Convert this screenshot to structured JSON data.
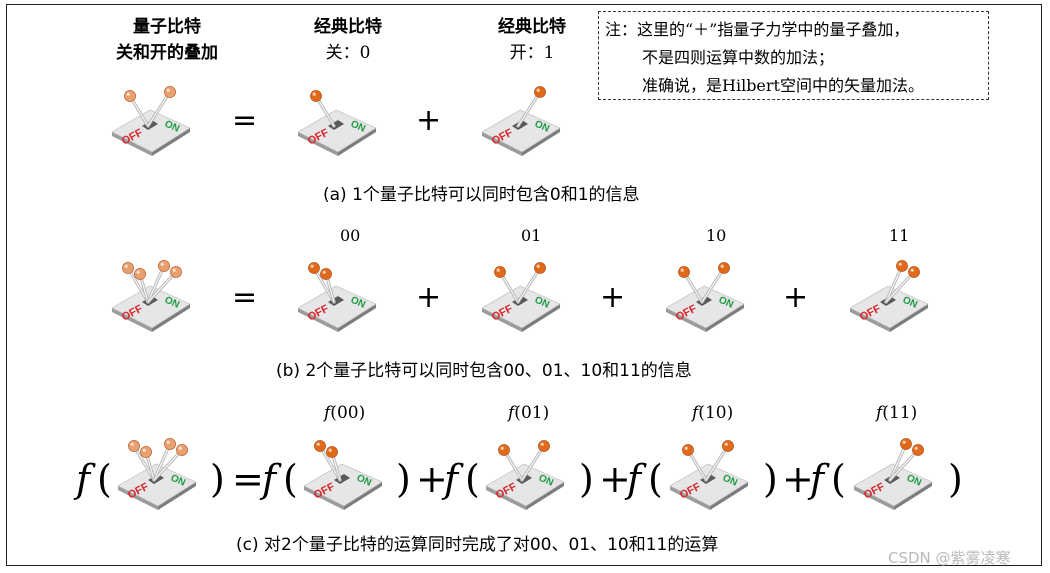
{
  "headers": {
    "superposition": [
      "量子比特",
      "关和开的叠加"
    ],
    "classic_off": [
      "经典比特",
      "关：0"
    ],
    "classic_on": [
      "经典比特",
      "开：1"
    ]
  },
  "note": {
    "lines": [
      "注：这里的“＋”指量子力学中的量子叠加，",
      "不是四则运算中数的加法；",
      "准确说，是Hilbert空间中的矢量加法。"
    ]
  },
  "switch_text": {
    "off": "OFF",
    "on": "ON"
  },
  "rows": [
    {
      "id": "a",
      "caption": "(a) 1个量子比特可以同时包含0和1的信息",
      "operators": [
        "=",
        "+"
      ],
      "terms": []
    },
    {
      "id": "b",
      "caption": "(b) 2个量子比特可以同时包含00、01、10和11的信息",
      "operators": [
        "=",
        "+",
        "+",
        "+"
      ],
      "terms": [
        "00",
        "01",
        "10",
        "11"
      ]
    },
    {
      "id": "c",
      "caption": "(c) 对2个量子比特的运算同时完成了对00、01、10和11的运算",
      "function_symbol": "f",
      "operators": [
        "=",
        "+",
        "+",
        "+"
      ],
      "terms": [
        "00",
        "01",
        "10",
        "11"
      ]
    }
  ],
  "switches": [
    {
      "id": "a0",
      "levers": [
        "off",
        "on"
      ],
      "style": "superposition"
    },
    {
      "id": "a1",
      "levers": [
        "off"
      ],
      "style": "classical"
    },
    {
      "id": "a2",
      "levers": [
        "on"
      ],
      "style": "classical"
    },
    {
      "id": "b0",
      "levers": [
        "off",
        "off",
        "on",
        "on"
      ],
      "style": "superposition"
    },
    {
      "id": "b1",
      "levers": [
        "off",
        "off"
      ],
      "style": "classical"
    },
    {
      "id": "b2",
      "levers": [
        "off",
        "on"
      ],
      "style": "classical"
    },
    {
      "id": "b3",
      "levers": [
        "on",
        "off"
      ],
      "style": "classical"
    },
    {
      "id": "b4",
      "levers": [
        "on",
        "on"
      ],
      "style": "classical"
    },
    {
      "id": "c0",
      "levers": [
        "off",
        "off",
        "on",
        "on"
      ],
      "style": "superposition"
    },
    {
      "id": "c1",
      "levers": [
        "off",
        "off"
      ],
      "style": "classical"
    },
    {
      "id": "c2",
      "levers": [
        "off",
        "on"
      ],
      "style": "classical"
    },
    {
      "id": "c3",
      "levers": [
        "on",
        "off"
      ],
      "style": "classical"
    },
    {
      "id": "c4",
      "levers": [
        "on",
        "on"
      ],
      "style": "classical"
    }
  ],
  "colors": {
    "ball_superposition": "#e8a070",
    "ball_classical": "#e06a1a",
    "off_text": "#d8262d",
    "on_text": "#1f9a45",
    "plate_top": "#e6e6e6",
    "plate_side": "#9c9c9c",
    "note_border": "#333333",
    "frame_border": "#1f1f1f",
    "watermark": "#b9b9b9"
  },
  "watermark": "CSDN @紫雾凌寒"
}
